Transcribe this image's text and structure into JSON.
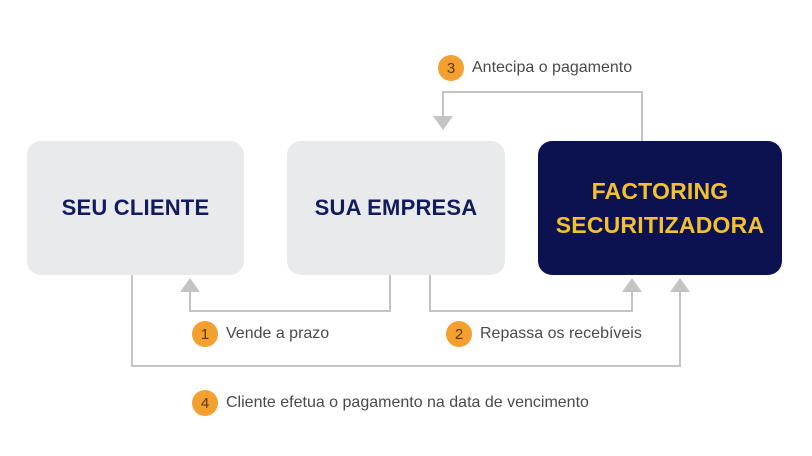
{
  "boxes": {
    "cliente": "SEU CLIENTE",
    "empresa": "SUA EMPRESA",
    "factoring_line1": "FACTORING",
    "factoring_line2": "SECURITIZADORA"
  },
  "steps": [
    {
      "number": "1",
      "label": "Vende a prazo"
    },
    {
      "number": "2",
      "label": "Repassa os recebíveis"
    },
    {
      "number": "3",
      "label": "Antecipa o pagamento"
    },
    {
      "number": "4",
      "label": "Cliente efetua o pagamento na data de vencimento"
    }
  ],
  "colors": {
    "light_box": "#e9eaec",
    "dark_box": "#0c1150",
    "dark_text": "#131b5e",
    "accent_text": "#f2c12e",
    "step_badge": "#f4a030",
    "connector": "#c4c4c4"
  }
}
